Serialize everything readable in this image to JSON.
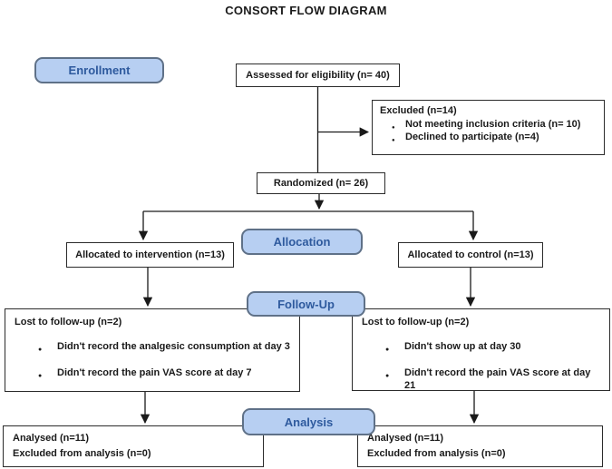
{
  "title": "CONSORT FLOW DIAGRAM",
  "colors": {
    "badge_fill": "#b7cff2",
    "badge_border": "#5f7188",
    "badge_text": "#2e5a9e",
    "box_border": "#2b2b2b",
    "arrow": "#1a1a1a"
  },
  "stages": {
    "enrollment": {
      "label": "Enrollment"
    },
    "allocation": {
      "label": "Allocation"
    },
    "followup": {
      "label": "Follow-Up"
    },
    "analysis": {
      "label": "Analysis"
    }
  },
  "boxes": {
    "assessed": {
      "text": "Assessed for eligibility (n= 40)"
    },
    "excluded": {
      "title": "Excluded (n=14)",
      "bullets": [
        "Not meeting inclusion criteria (n= 10)",
        "Declined to participate (n=4)"
      ]
    },
    "randomized": {
      "text": "Randomized (n= 26)"
    },
    "allocated_intervention": {
      "text": "Allocated to intervention (n=13)"
    },
    "allocated_control": {
      "text": "Allocated to control (n=13)"
    },
    "followup_left": {
      "title": "Lost to follow-up (n=2)",
      "bullets": [
        "Didn't record the analgesic consumption at day 3",
        "Didn't record the pain VAS score at day 7"
      ]
    },
    "followup_right": {
      "title": "Lost to follow-up (n=2)",
      "bullets": [
        "Didn't show up at day 30",
        "Didn't record the pain VAS score at day 21"
      ]
    },
    "analysis_left": {
      "line1": "Analysed (n=11)",
      "line2": "Excluded from analysis (n=0)"
    },
    "analysis_right": {
      "line1": "Analysed (n=11)",
      "line2": "Excluded from analysis (n=0)"
    }
  }
}
